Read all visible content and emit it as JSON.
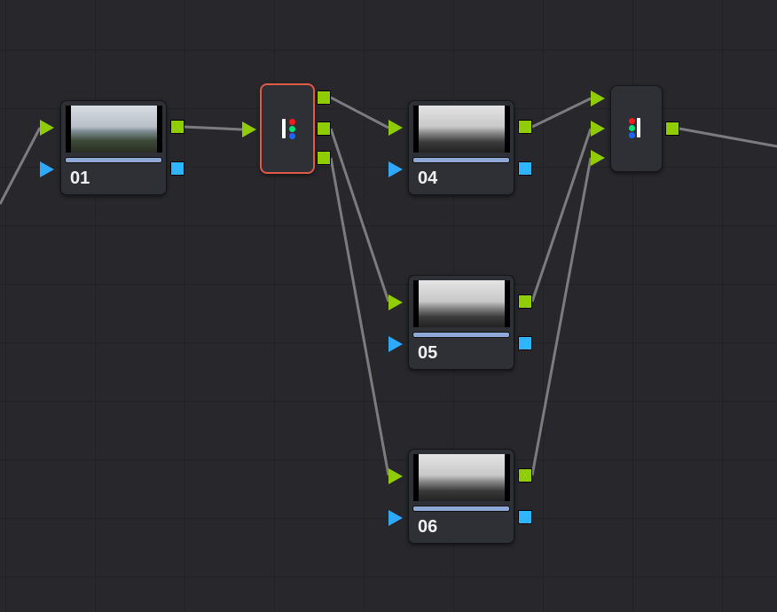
{
  "nodes": [
    {
      "id": "01",
      "label": "01",
      "thumbnail": "color"
    },
    {
      "id": "04",
      "label": "04",
      "thumbnail": "grayscale"
    },
    {
      "id": "05",
      "label": "05",
      "thumbnail": "grayscale"
    },
    {
      "id": "06",
      "label": "06",
      "thumbnail": "grayscale"
    }
  ],
  "splitter": {
    "icon": "splitter-icon",
    "selected": true,
    "outputs": 3
  },
  "combiner": {
    "icon": "combiner-icon",
    "inputs": 3
  },
  "colors": {
    "rgb_output": "#8fcc00",
    "alpha_output": "#30b4ff",
    "selection": "#e05a48",
    "red": "#ff1a1a",
    "green": "#00e676",
    "blue": "#1a66ff"
  }
}
